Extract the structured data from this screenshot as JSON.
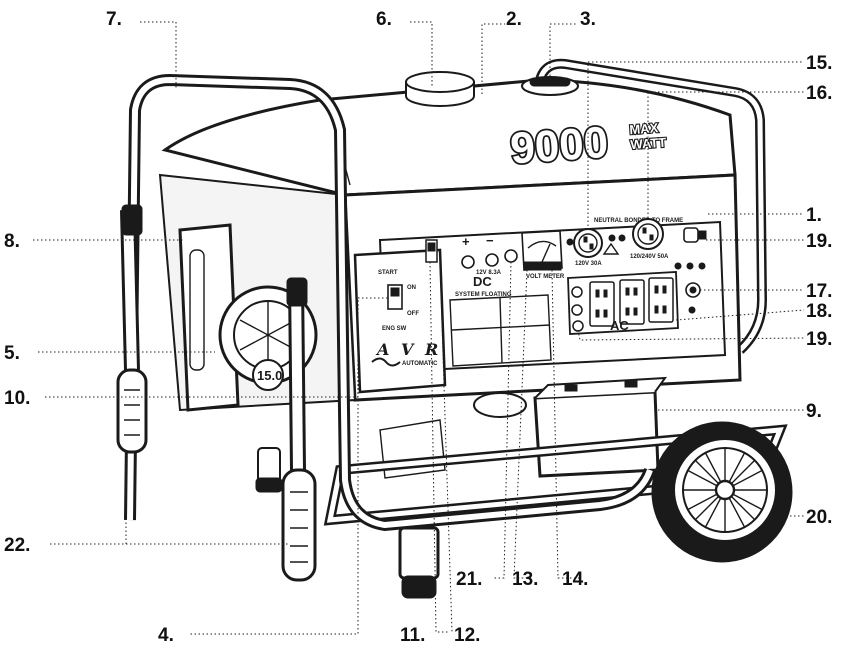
{
  "product": {
    "wattage": "9000",
    "wattage_unit_top": "MAX",
    "wattage_unit_bottom": "WATT",
    "panel": {
      "start_label": "START",
      "on_label": "ON",
      "off_label": "OFF",
      "eng_sw_label": "ENG SW",
      "avr_label": "A V R",
      "avr_sub_label": "AUTOMATIC",
      "dc_label": "DC",
      "system_floating_label": "SYSTEM FLOATING",
      "ac_label": "AC",
      "dc_plus": "+",
      "dc_minus": "−",
      "dc_rating": "12V 8.3A",
      "neutral_label": "NEUTRAL BONDED TO FRAME",
      "outlet_30a_label": "120V 30A",
      "outlet_50a_label": "120/240V 50A",
      "meter_label": "VOLT METER"
    },
    "engine_badge": "15.0"
  },
  "callouts": [
    {
      "id": "1",
      "label": "1."
    },
    {
      "id": "2",
      "label": "2."
    },
    {
      "id": "3",
      "label": "3."
    },
    {
      "id": "4",
      "label": "4."
    },
    {
      "id": "5",
      "label": "5."
    },
    {
      "id": "6",
      "label": "6."
    },
    {
      "id": "7",
      "label": "7."
    },
    {
      "id": "8",
      "label": "8."
    },
    {
      "id": "9",
      "label": "9."
    },
    {
      "id": "10",
      "label": "10."
    },
    {
      "id": "11",
      "label": "11."
    },
    {
      "id": "12",
      "label": "12."
    },
    {
      "id": "13",
      "label": "13."
    },
    {
      "id": "14",
      "label": "14."
    },
    {
      "id": "15",
      "label": "15."
    },
    {
      "id": "16",
      "label": "16."
    },
    {
      "id": "17",
      "label": "17."
    },
    {
      "id": "18",
      "label": "18."
    },
    {
      "id": "19a",
      "label": "19."
    },
    {
      "id": "19b",
      "label": "19."
    },
    {
      "id": "20",
      "label": "20."
    },
    {
      "id": "21",
      "label": "21."
    },
    {
      "id": "22",
      "label": "22."
    }
  ]
}
